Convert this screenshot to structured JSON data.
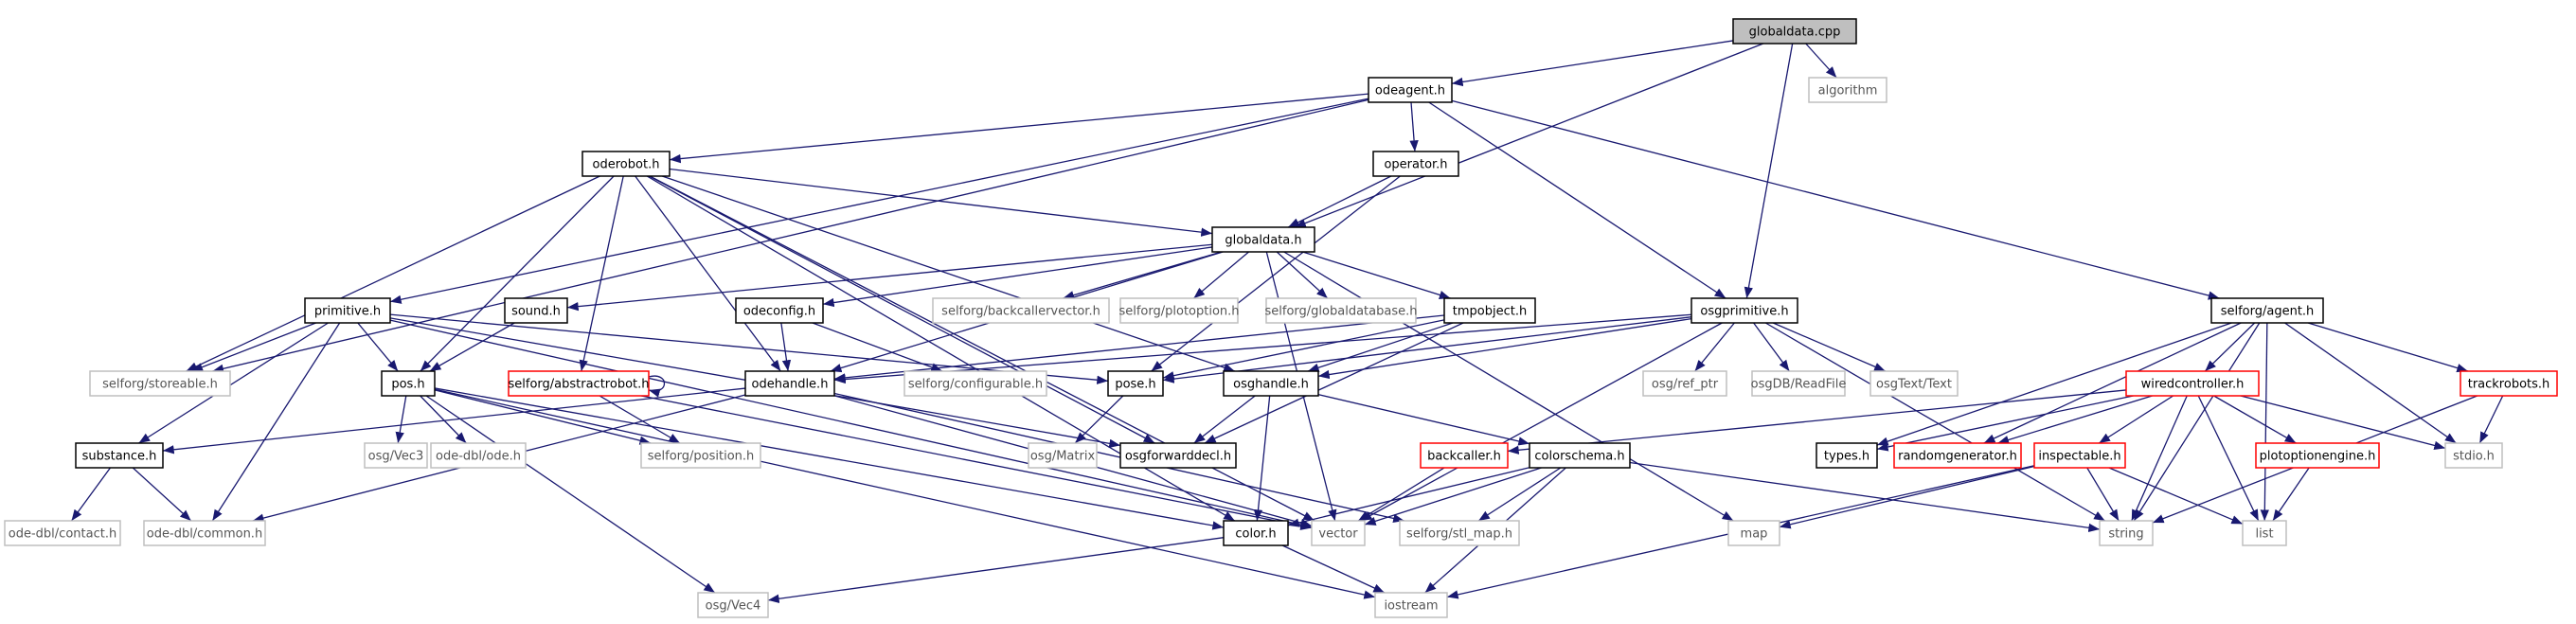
{
  "diagram": {
    "title": "globaldata.cpp",
    "colors": {
      "edge": "#191970",
      "root_fill": "#bfbfbf",
      "documented_border": "#000000",
      "missing_border": "#bfbfbf",
      "undocumented_border": "#ff0000",
      "text": "#000000",
      "missing_text": "#555555"
    },
    "nodes": [
      {
        "id": "globaldata_cpp",
        "label": "globaldata.cpp",
        "kind": "root"
      },
      {
        "id": "odeagent_h",
        "label": "odeagent.h",
        "kind": "doc"
      },
      {
        "id": "algorithm",
        "label": "algorithm",
        "kind": "missing"
      },
      {
        "id": "oderobot_h",
        "label": "oderobot.h",
        "kind": "doc"
      },
      {
        "id": "operator_h",
        "label": "operator.h",
        "kind": "doc"
      },
      {
        "id": "globaldata_h",
        "label": "globaldata.h",
        "kind": "doc"
      },
      {
        "id": "primitive_h",
        "label": "primitive.h",
        "kind": "doc"
      },
      {
        "id": "sound_h",
        "label": "sound.h",
        "kind": "doc"
      },
      {
        "id": "odeconfig_h",
        "label": "odeconfig.h",
        "kind": "doc"
      },
      {
        "id": "backcallervector",
        "label": "selforg/backcallervector.h",
        "kind": "missing"
      },
      {
        "id": "plotoption",
        "label": "selforg/plotoption.h",
        "kind": "missing"
      },
      {
        "id": "globaldatabase",
        "label": "selforg/globaldatabase.h",
        "kind": "missing"
      },
      {
        "id": "tmpobject_h",
        "label": "tmpobject.h",
        "kind": "doc"
      },
      {
        "id": "osgprimitive_h",
        "label": "osgprimitive.h",
        "kind": "doc"
      },
      {
        "id": "agent_h",
        "label": "selforg/agent.h",
        "kind": "doc"
      },
      {
        "id": "storeable",
        "label": "selforg/storeable.h",
        "kind": "missing"
      },
      {
        "id": "pos_h",
        "label": "pos.h",
        "kind": "doc"
      },
      {
        "id": "abstractrobot",
        "label": "selforg/abstractrobot.h",
        "kind": "undoc"
      },
      {
        "id": "odehandle_h",
        "label": "odehandle.h",
        "kind": "doc"
      },
      {
        "id": "configurable",
        "label": "selforg/configurable.h",
        "kind": "missing"
      },
      {
        "id": "pose_h",
        "label": "pose.h",
        "kind": "doc"
      },
      {
        "id": "osghandle_h",
        "label": "osghandle.h",
        "kind": "doc"
      },
      {
        "id": "ref_ptr",
        "label": "osg/ref_ptr",
        "kind": "missing"
      },
      {
        "id": "readfile",
        "label": "osgDB/ReadFile",
        "kind": "missing"
      },
      {
        "id": "osgtext",
        "label": "osgText/Text",
        "kind": "missing"
      },
      {
        "id": "wiredcontroller",
        "label": "wiredcontroller.h",
        "kind": "undoc"
      },
      {
        "id": "trackrobots",
        "label": "trackrobots.h",
        "kind": "undoc"
      },
      {
        "id": "substance_h",
        "label": "substance.h",
        "kind": "doc"
      },
      {
        "id": "vec3",
        "label": "osg/Vec3",
        "kind": "missing"
      },
      {
        "id": "odedl_ode",
        "label": "ode-dbl/ode.h",
        "kind": "missing"
      },
      {
        "id": "position",
        "label": "selforg/position.h",
        "kind": "missing"
      },
      {
        "id": "matrix",
        "label": "osg/Matrix",
        "kind": "missing"
      },
      {
        "id": "osgforwarddecl",
        "label": "osgforwarddecl.h",
        "kind": "doc"
      },
      {
        "id": "backcaller",
        "label": "backcaller.h",
        "kind": "undoc"
      },
      {
        "id": "colorschema",
        "label": "colorschema.h",
        "kind": "doc"
      },
      {
        "id": "types_h",
        "label": "types.h",
        "kind": "doc"
      },
      {
        "id": "randomgen",
        "label": "randomgenerator.h",
        "kind": "undoc"
      },
      {
        "id": "inspectable",
        "label": "inspectable.h",
        "kind": "undoc"
      },
      {
        "id": "plotoptionengine",
        "label": "plotoptionengine.h",
        "kind": "undoc"
      },
      {
        "id": "stdio",
        "label": "stdio.h",
        "kind": "missing"
      },
      {
        "id": "contact",
        "label": "ode-dbl/contact.h",
        "kind": "missing"
      },
      {
        "id": "common",
        "label": "ode-dbl/common.h",
        "kind": "missing"
      },
      {
        "id": "color_h",
        "label": "color.h",
        "kind": "doc"
      },
      {
        "id": "vector",
        "label": "vector",
        "kind": "missing"
      },
      {
        "id": "stl_map",
        "label": "selforg/stl_map.h",
        "kind": "missing"
      },
      {
        "id": "map",
        "label": "map",
        "kind": "missing"
      },
      {
        "id": "string",
        "label": "string",
        "kind": "missing"
      },
      {
        "id": "list",
        "label": "list",
        "kind": "missing"
      },
      {
        "id": "vec4",
        "label": "osg/Vec4",
        "kind": "missing"
      },
      {
        "id": "iostream",
        "label": "iostream",
        "kind": "missing"
      }
    ],
    "edges": [
      [
        "globaldata_cpp",
        "odeagent_h"
      ],
      [
        "globaldata_cpp",
        "algorithm"
      ],
      [
        "globaldata_cpp",
        "globaldata_h"
      ],
      [
        "globaldata_cpp",
        "osgprimitive_h"
      ],
      [
        "odeagent_h",
        "oderobot_h"
      ],
      [
        "odeagent_h",
        "operator_h"
      ],
      [
        "odeagent_h",
        "primitive_h"
      ],
      [
        "odeagent_h",
        "storeable"
      ],
      [
        "odeagent_h",
        "osgprimitive_h"
      ],
      [
        "odeagent_h",
        "agent_h"
      ],
      [
        "oderobot_h",
        "globaldata_h"
      ],
      [
        "oderobot_h",
        "pos_h"
      ],
      [
        "oderobot_h",
        "storeable"
      ],
      [
        "oderobot_h",
        "abstractrobot"
      ],
      [
        "oderobot_h",
        "odehandle_h"
      ],
      [
        "oderobot_h",
        "osghandle_h"
      ],
      [
        "oderobot_h",
        "osgforwarddecl"
      ],
      [
        "oderobot_h",
        "color_h"
      ],
      [
        "oderobot_h",
        "vector"
      ],
      [
        "operator_h",
        "globaldata_h"
      ],
      [
        "operator_h",
        "pose_h"
      ],
      [
        "globaldata_h",
        "sound_h"
      ],
      [
        "globaldata_h",
        "odeconfig_h"
      ],
      [
        "globaldata_h",
        "backcallervector"
      ],
      [
        "globaldata_h",
        "plotoption"
      ],
      [
        "globaldata_h",
        "globaldatabase"
      ],
      [
        "globaldata_h",
        "tmpobject_h"
      ],
      [
        "globaldata_h",
        "odehandle_h"
      ],
      [
        "globaldata_h",
        "vector"
      ],
      [
        "globaldata_h",
        "map"
      ],
      [
        "primitive_h",
        "storeable"
      ],
      [
        "primitive_h",
        "pos_h"
      ],
      [
        "primitive_h",
        "pose_h"
      ],
      [
        "primitive_h",
        "substance_h"
      ],
      [
        "primitive_h",
        "common"
      ],
      [
        "primitive_h",
        "osgforwarddecl"
      ],
      [
        "primitive_h",
        "vector"
      ],
      [
        "sound_h",
        "pos_h"
      ],
      [
        "odeconfig_h",
        "odehandle_h"
      ],
      [
        "odeconfig_h",
        "configurable"
      ],
      [
        "tmpobject_h",
        "pose_h"
      ],
      [
        "tmpobject_h",
        "osghandle_h"
      ],
      [
        "tmpobject_h",
        "odehandle_h"
      ],
      [
        "tmpobject_h",
        "osgforwarddecl"
      ],
      [
        "osgprimitive_h",
        "ref_ptr"
      ],
      [
        "osgprimitive_h",
        "readfile"
      ],
      [
        "osgprimitive_h",
        "osgtext"
      ],
      [
        "osgprimitive_h",
        "osghandle_h"
      ],
      [
        "osgprimitive_h",
        "pose_h"
      ],
      [
        "osgprimitive_h",
        "odehandle_h"
      ],
      [
        "osgprimitive_h",
        "string"
      ],
      [
        "osgprimitive_h",
        "vector"
      ],
      [
        "agent_h",
        "wiredcontroller"
      ],
      [
        "agent_h",
        "trackrobots"
      ],
      [
        "agent_h",
        "types_h"
      ],
      [
        "agent_h",
        "randomgen"
      ],
      [
        "agent_h",
        "stdio"
      ],
      [
        "agent_h",
        "string"
      ],
      [
        "agent_h",
        "list"
      ],
      [
        "pos_h",
        "vec3"
      ],
      [
        "pos_h",
        "odedl_ode"
      ],
      [
        "pos_h",
        "position"
      ],
      [
        "pos_h",
        "vec4"
      ],
      [
        "pos_h",
        "iostream"
      ],
      [
        "pos_h",
        "color_h"
      ],
      [
        "abstractrobot",
        "abstractrobot"
      ],
      [
        "abstractrobot",
        "position"
      ],
      [
        "abstractrobot",
        "vector"
      ],
      [
        "odehandle_h",
        "substance_h"
      ],
      [
        "odehandle_h",
        "common"
      ],
      [
        "odehandle_h",
        "vector"
      ],
      [
        "odehandle_h",
        "stl_map"
      ],
      [
        "pose_h",
        "matrix"
      ],
      [
        "osghandle_h",
        "osgforwarddecl"
      ],
      [
        "osghandle_h",
        "color_h"
      ],
      [
        "osghandle_h",
        "colorschema"
      ],
      [
        "substance_h",
        "contact"
      ],
      [
        "substance_h",
        "common"
      ],
      [
        "wiredcontroller",
        "backcaller"
      ],
      [
        "wiredcontroller",
        "inspectable"
      ],
      [
        "wiredcontroller",
        "plotoptionengine"
      ],
      [
        "wiredcontroller",
        "types_h"
      ],
      [
        "wiredcontroller",
        "randomgen"
      ],
      [
        "wiredcontroller",
        "stdio"
      ],
      [
        "wiredcontroller",
        "string"
      ],
      [
        "wiredcontroller",
        "list"
      ],
      [
        "trackrobots",
        "stdio"
      ],
      [
        "trackrobots",
        "string"
      ],
      [
        "backcaller",
        "vector"
      ],
      [
        "colorschema",
        "color_h"
      ],
      [
        "colorschema",
        "vector"
      ],
      [
        "colorschema",
        "stl_map"
      ],
      [
        "colorschema",
        "iostream"
      ],
      [
        "colorschema",
        "string"
      ],
      [
        "inspectable",
        "list"
      ],
      [
        "inspectable",
        "string"
      ],
      [
        "inspectable",
        "map"
      ],
      [
        "inspectable",
        "iostream"
      ],
      [
        "plotoptionengine",
        "list"
      ],
      [
        "color_h",
        "vec4"
      ],
      [
        "color_h",
        "iostream"
      ]
    ]
  }
}
